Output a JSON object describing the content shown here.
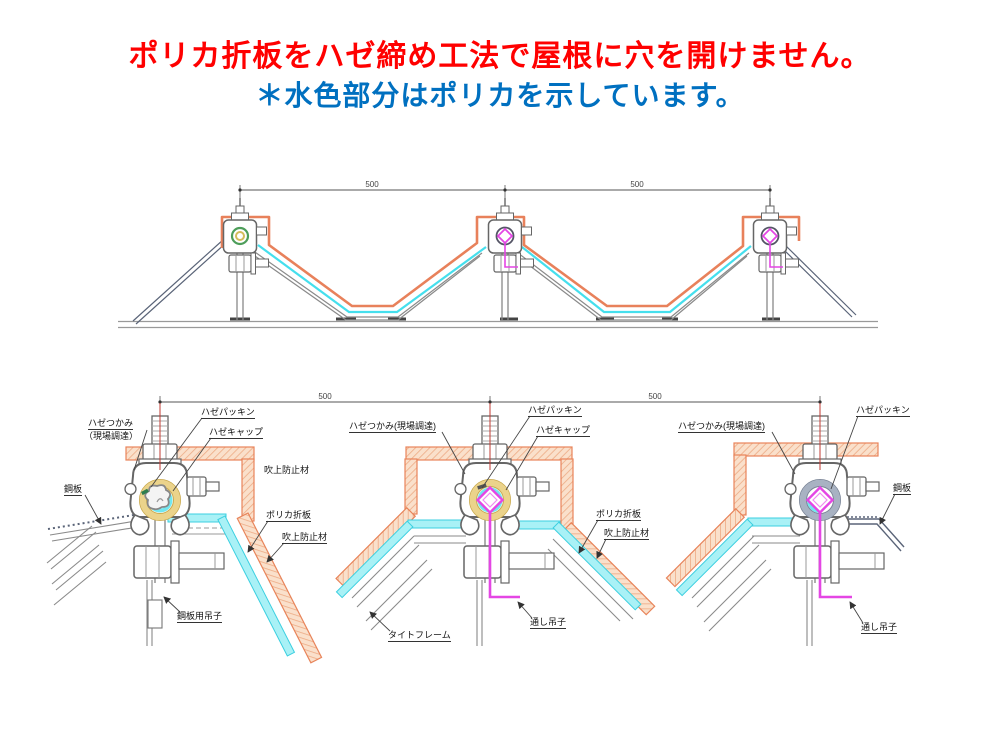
{
  "title": {
    "line1": "ポリカ折板をハゼ締め工法で屋根に穴を開けません。",
    "line2": "＊水色部分はポリカを示しています。"
  },
  "overview": {
    "dim_left": "500",
    "dim_right": "500"
  },
  "details": {
    "dim_left": "500",
    "dim_right": "500",
    "left": {
      "haze_tsukami_line1": "ハゼつかみ",
      "haze_tsukami_line2": "（現場調達）",
      "haze_packing": "ハゼパッキン",
      "haze_cap": "ハゼキャップ",
      "fukiage_boshizai_upper": "吹上防止材",
      "kouhan": "鋼板",
      "polyca_oriita": "ポリカ折板",
      "fukiage_boshizai_lower": "吹上防止材",
      "kouhan_you_tsurigo": "鋼板用吊子"
    },
    "middle": {
      "haze_tsukami": "ハゼつかみ(現場調達)",
      "haze_packing": "ハゼパッキン",
      "haze_cap": "ハゼキャップ",
      "polyca_oriita": "ポリカ折板",
      "fukiage_boshizai": "吹上防止材",
      "tooshi_tsurigo": "通し吊子",
      "tight_frame": "タイトフレーム"
    },
    "right": {
      "haze_tsukami": "ハゼつかみ(現場調達)",
      "haze_packing": "ハゼパッキン",
      "kouhan": "鋼板",
      "tooshi_tsurigo": "通し吊子"
    }
  },
  "colors": {
    "title_red": "#FF0000",
    "title_blue": "#0070C0",
    "polycarbonate_cyan": "#45DFED",
    "wind_guard_orange": "#E8815B",
    "packing_yellow": "#EBD38B",
    "hanger_magenta": "#E446E4",
    "steel_navy": "#5A6478"
  }
}
